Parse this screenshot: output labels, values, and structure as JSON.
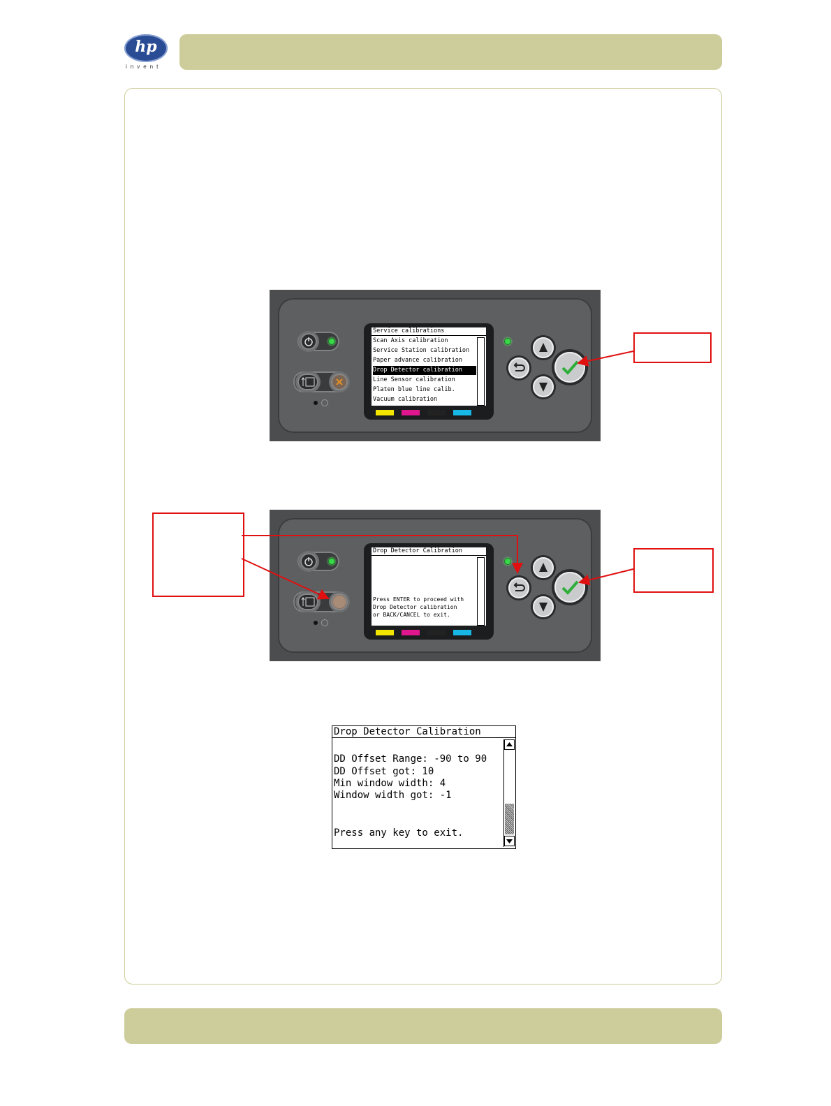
{
  "header": {
    "logo_text": "hp",
    "logo_tagline": "invent"
  },
  "panel1": {
    "lcd_title": "Service calibrations",
    "menu_items": [
      "Scan Axis calibration",
      "Service Station calibration",
      "Paper advance calibration",
      "Drop Detector calibration",
      "Line Sensor calibration",
      "Platen blue line calib.",
      "Vacuum calibration"
    ],
    "selected_index": 3
  },
  "panel2": {
    "lcd_title": "Drop Detector Calibration",
    "message_lines": [
      "Press ENTER to proceed with",
      "Drop Detector calibration",
      "or BACK/CANCEL to exit."
    ]
  },
  "result_screen": {
    "title": "Drop Detector Calibration",
    "lines": [
      "DD Offset Range: -90 to 90",
      "DD Offset got: 10",
      "Min window width: 4",
      "Window width got: -1",
      "Press any key to exit."
    ]
  },
  "colors": {
    "header_bar": "#cdcd9b",
    "callout_border": "#e01010",
    "ink_yellow": "#f2e600",
    "ink_magenta": "#e0168f",
    "ink_black": "#222222",
    "ink_cyan": "#17b7e6",
    "led_green": "#38d84a"
  },
  "icons": [
    "power-icon",
    "form-feed-icon",
    "cancel-x-icon",
    "back-arrow-icon",
    "up-arrow-icon",
    "down-arrow-icon",
    "enter-check-icon"
  ]
}
